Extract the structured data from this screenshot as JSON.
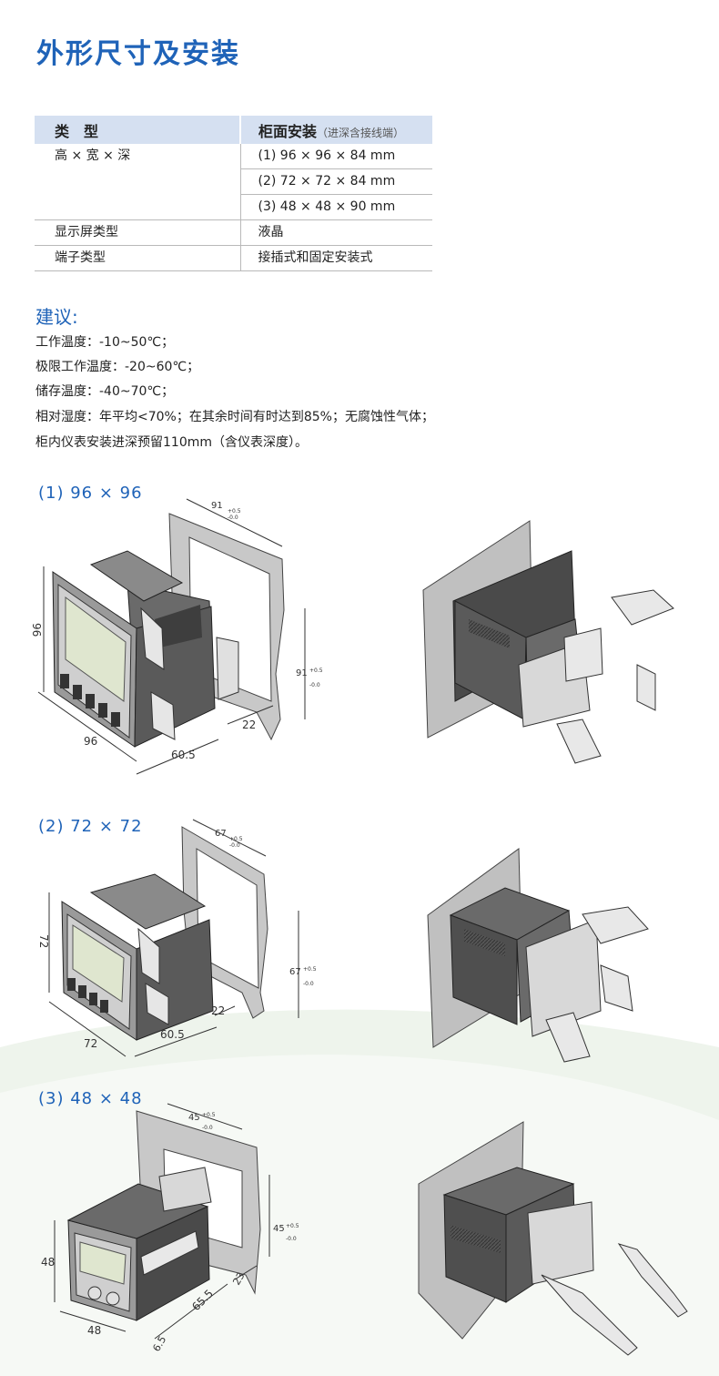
{
  "page_title": "外形尺寸及安装",
  "spec_table": {
    "header_type": "类　型",
    "header_mount": "柜面安装",
    "header_mount_note": "（进深含接线端）",
    "row_size_label": "高 × 宽 × 深",
    "sizes": [
      "(1) 96 × 96 × 84 mm",
      "(2) 72 × 72 × 84 mm",
      "(3) 48 × 48 × 90 mm"
    ],
    "row_display_label": "显示屏类型",
    "row_display_value": "液晶",
    "row_terminal_label": "端子类型",
    "row_terminal_value": "接插式和固定安装式"
  },
  "suggestions": {
    "title": "建议:",
    "lines": [
      "工作温度：-10~50℃；",
      "极限工作温度：-20~60℃；",
      "储存温度：-40~70℃；",
      "相对湿度：年平均<70%；在其余时间有时达到85%；无腐蚀性气体；",
      "柜内仪表安装进深预留110mm（含仪表深度）。"
    ]
  },
  "drawings": [
    {
      "label": "(1) 96 × 96",
      "cutout": "91",
      "tol_plus": "+0.5",
      "tol_minus": "-0.0",
      "height": "96",
      "width": "96",
      "depth": "60.5",
      "terminal": "22"
    },
    {
      "label": "(2) 72 × 72",
      "cutout": "67",
      "tol_plus": "+0.5",
      "tol_minus": "-0.0",
      "height": "72",
      "width": "72",
      "depth": "60.5",
      "terminal": "22"
    },
    {
      "label": "(3) 48 × 48",
      "cutout": "45",
      "tol_plus": "+0.5",
      "tol_minus": "-0.0",
      "height": "48",
      "width": "48",
      "depth": "65.5",
      "terminal": "23",
      "bezel": "6.5"
    }
  ],
  "colors": {
    "accent": "#1f63b8",
    "header_bg": "#d5e0f1",
    "panel_gray": "#c4c4c4",
    "device_dark": "#4a4a4a"
  }
}
